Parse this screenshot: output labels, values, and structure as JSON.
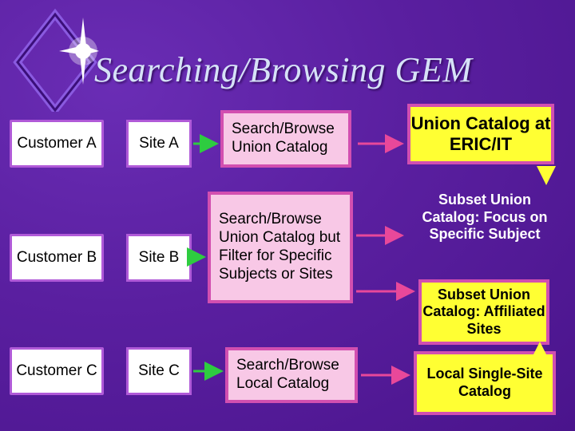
{
  "title": "Searching/Browsing GEM",
  "customers": [
    "Customer A",
    "Customer B",
    "Customer C"
  ],
  "sites": [
    "Site A",
    "Site B",
    "Site C"
  ],
  "searches": [
    "Search/Browse Union Catalog",
    "Search/Browse Union Catalog but Filter for Specific Subjects or Sites",
    "Search/Browse Local Catalog"
  ],
  "catalogs": {
    "union": "Union Catalog at ERIC/IT",
    "subject": "Subset Union Catalog: Focus on Specific Subject",
    "affiliated": "Subset Union Catalog: Affiliated Sites",
    "local": "Local Single-Site Catalog"
  },
  "colors": {
    "background": "#5a1fa0",
    "arrow_green": "#2ecc40",
    "arrow_pink": "#e8489a",
    "arrow_yellow": "#ffff33"
  }
}
